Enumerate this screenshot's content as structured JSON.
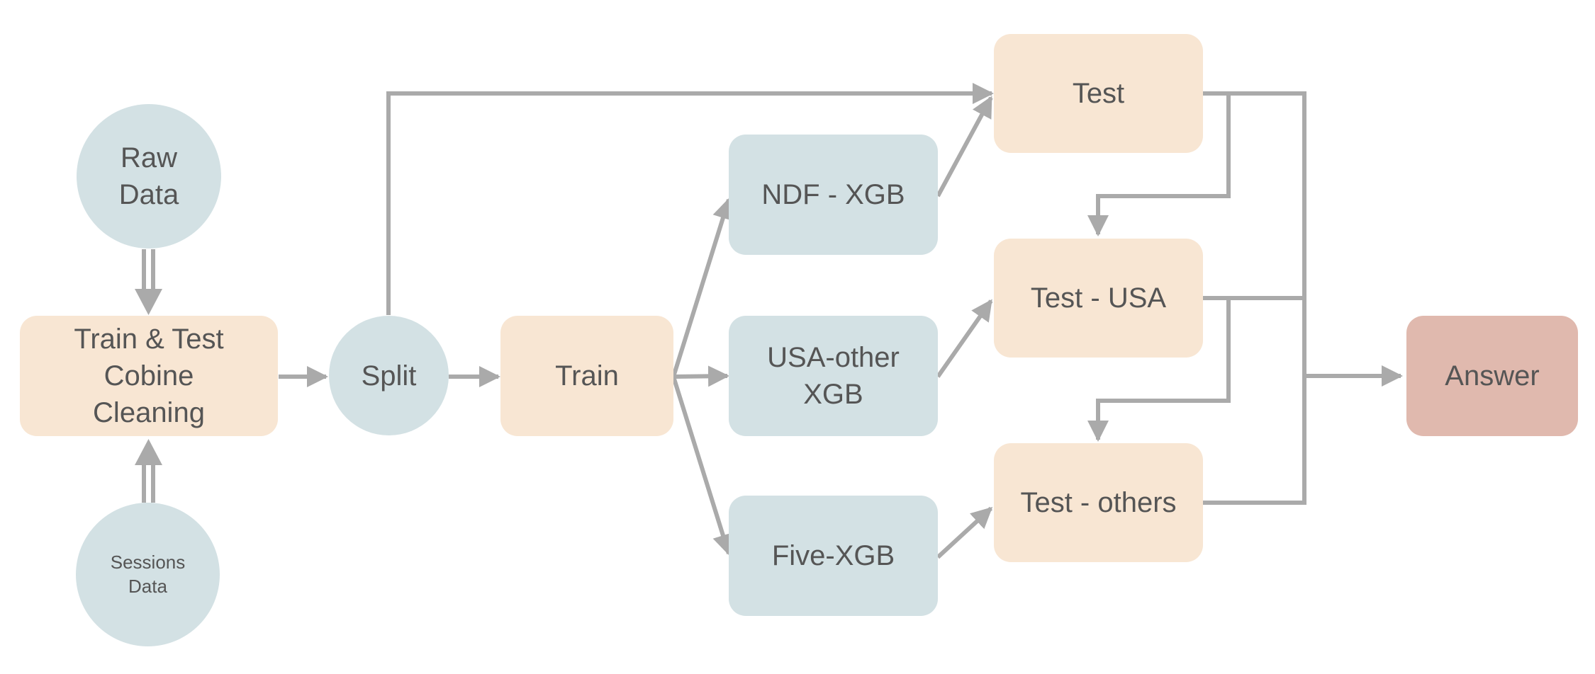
{
  "colors": {
    "blue_node": "#d3e1e4",
    "peach_node": "#f8e6d3",
    "answer_node": "#e0b9ae",
    "edge": "#aaaaaa",
    "text": "#555555"
  },
  "nodes": {
    "raw_data": "Raw\nData",
    "sessions_data": "Sessions\nData",
    "combine": "Train & Test\nCobine\nCleaning",
    "split": "Split",
    "train": "Train",
    "ndf_xgb": "NDF - XGB",
    "usa_other_xgb": "USA-other\nXGB",
    "five_xgb": "Five-XGB",
    "test": "Test",
    "test_usa": "Test - USA",
    "test_others": "Test - others",
    "answer": "Answer"
  }
}
